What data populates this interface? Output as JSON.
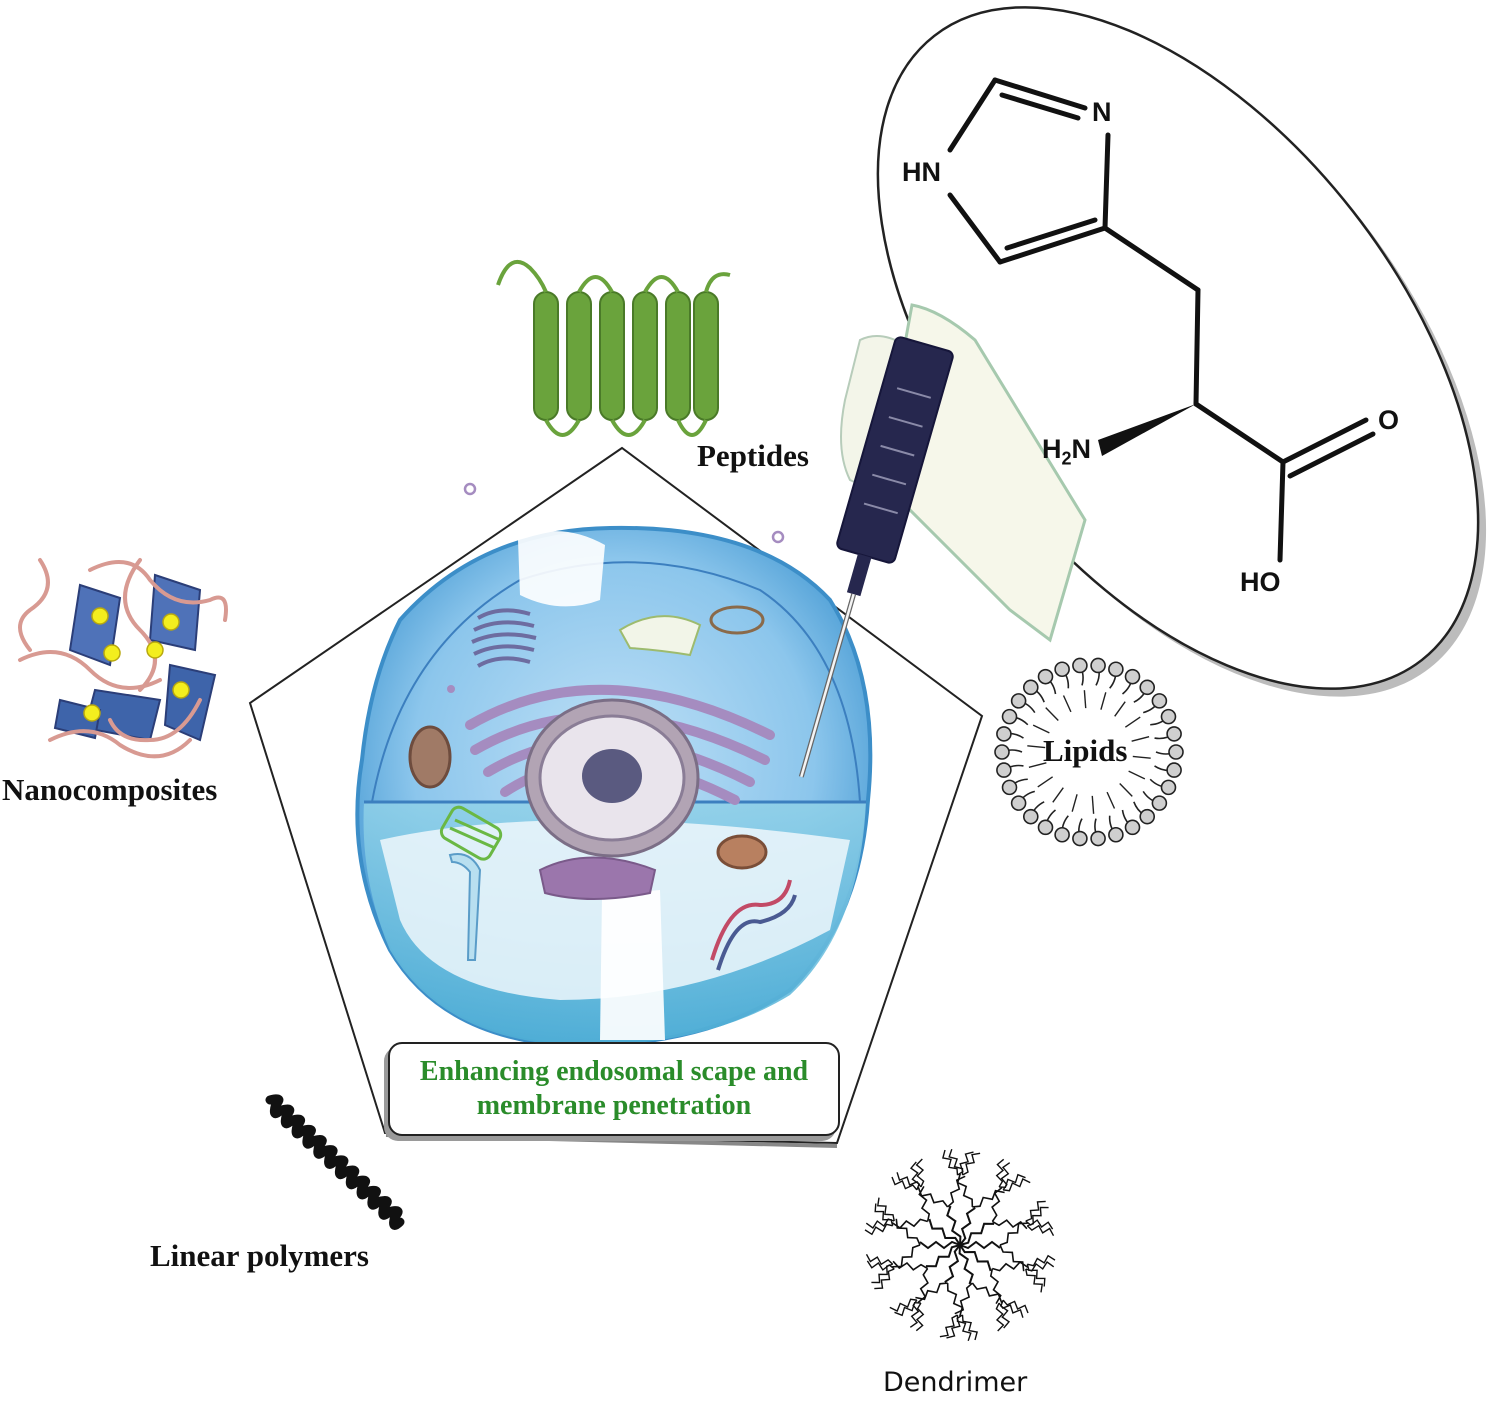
{
  "labels": {
    "peptides": "Peptides",
    "nanocomposites": "Nanocomposites",
    "linear_polymers": "Linear polymers",
    "lipids": "Lipids",
    "dendrimer": "Dendrimer"
  },
  "caption": {
    "line1": "Enhancing endosomal scape and",
    "line2": "membrane penetration"
  },
  "histidine": {
    "hn": "HN",
    "n": "N",
    "h2n_h": "H",
    "h2n_sub": "2",
    "h2n_n": "N",
    "o": "O",
    "ho": "HO"
  },
  "colors": {
    "peptide_green": "#6aa33c",
    "caption_green": "#2a8c2a",
    "cell_blue": "#5aa8dc",
    "golgi_purple": "#a58cc0"
  }
}
